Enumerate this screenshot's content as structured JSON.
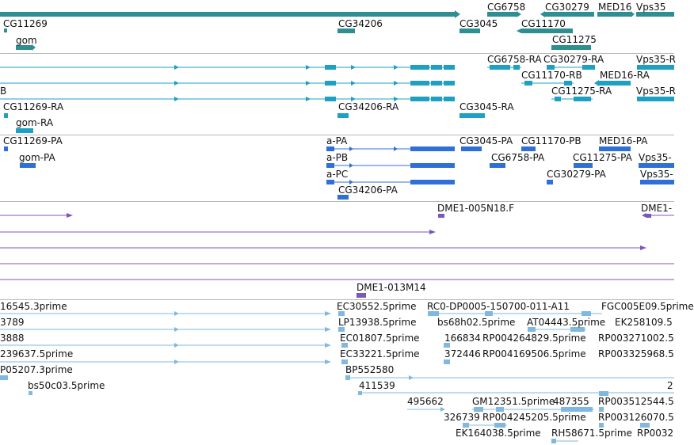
{
  "colors": {
    "gene": "#2f8e91",
    "transcript": "#1ea0c2",
    "protein": "#3070d6",
    "clone": "#7b58b8",
    "est": "#80b8e0",
    "divider": "#b8b8b8",
    "label": "#111111"
  },
  "tracks": {
    "genes": {
      "labels": [
        "CG6758",
        "CG30279",
        "MED16",
        "Vps35",
        "CG11269",
        "CG34206",
        "CG3045",
        "CG11170",
        "gom",
        "CG11275"
      ]
    },
    "transcripts": {
      "labels": [
        "CG6758-RA",
        "CG30279-RA",
        "Vps35-R",
        "CG11170-RB",
        "MED16-RA",
        "B",
        "CG11275-RA",
        "Vps35-R",
        "CG11269-RA",
        "CG34206-RA",
        "CG3045-RA",
        "gom-RA"
      ]
    },
    "proteins": {
      "labels": [
        "CG11269-PA",
        "a-PA",
        "CG3045-PA",
        "CG11170-PB",
        "MED16-PA",
        "gom-PA",
        "a-PB",
        "CG6758-PA",
        "CG11275-PA",
        "Vps35-",
        "a-PC",
        "CG30279-PA",
        "Vps35-",
        "CG34206-PA"
      ]
    },
    "clones": {
      "labels": [
        "DME1-005N18.F",
        "DME1-",
        "DME1-013M14"
      ]
    },
    "ests": {
      "labels": [
        "16545.3prime",
        "EC30552.5prime",
        "RC0-DP0005-150700-011-A11",
        "FGC005E09.5prime",
        "3789",
        "LP13938.5prime",
        "bs68h02.5prime",
        "AT04443.5prime",
        "EK258109.5",
        "3888",
        "EC01807.5prime",
        "166834",
        "RP004264829.5prime",
        "RP003271002.5",
        "239637.5prime",
        "EC33221.5prime",
        "372446",
        "RP004169506.5prime",
        "RP003325968.5",
        "P05207.3prime",
        "BP552580",
        "bs50c03.5prime",
        "411539",
        "2",
        "495662",
        "GM12351.5prime",
        "487355",
        "RP003512544.5",
        "326739",
        "RP004245205.5prime",
        "RP003126070.5",
        "EK164038.5prime",
        "RH58671.5prime",
        "RP0032"
      ]
    }
  }
}
